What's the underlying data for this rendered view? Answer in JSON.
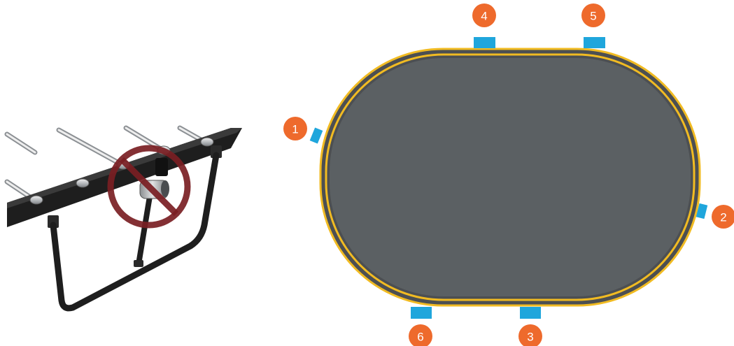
{
  "colors": {
    "background": "#ffffff",
    "mat": "#5b6063",
    "frame_ring": "#4c4f52",
    "padding_line": "#f1bb22",
    "strap": "#1fa6dc",
    "badge": "#ee6a2c",
    "no_sign": "#7a1e23",
    "frame_steel": "#222222"
  },
  "detail_illustration": {
    "icon": "prohibited-icon"
  },
  "mat_diagram": {
    "straps": [
      {
        "number": "1"
      },
      {
        "number": "2"
      },
      {
        "number": "3"
      },
      {
        "number": "4"
      },
      {
        "number": "5"
      },
      {
        "number": "6"
      }
    ]
  }
}
